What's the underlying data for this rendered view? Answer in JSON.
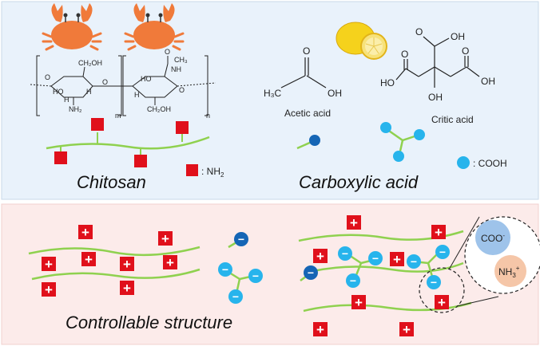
{
  "top_panel": {
    "chitosan_label": "Chitosan",
    "carboxylic_label": "Carboxylic acid",
    "nh2_legend_prefix": ": NH",
    "nh2_legend_sub": "2",
    "cooh_legend": ": COOH",
    "acetic_acid_label": "Acetic acid",
    "citric_acid_label": "Critic acid",
    "structure_atoms": {
      "ch2oh": "CH₂OH",
      "o": "O",
      "ho": "HO",
      "h": "H",
      "oh": "OH",
      "nh2": "NH₂",
      "ch3": "CH₃",
      "nh": "NH",
      "m": "m",
      "n": "n",
      "h3c": "H₃C"
    }
  },
  "bottom_panel": {
    "controllable_label": "Controllable structure",
    "plus_symbol": "+",
    "minus_symbol": "−",
    "coo_label": "COO",
    "coo_sup": "-",
    "nh3_label": "NH",
    "nh3_sub": "3",
    "nh3_sup": "+"
  },
  "colors": {
    "top_bg": "#e9f2fb",
    "bottom_bg": "#fcebea",
    "chain": "#8fd14f",
    "red_square": "#e0101b",
    "cyan": "#27b4ec",
    "dark_blue": "#1565b5",
    "crab": "#f07a3a",
    "coo_circle": "#9ec3ea",
    "nh3_circle": "#f5c6a8"
  }
}
